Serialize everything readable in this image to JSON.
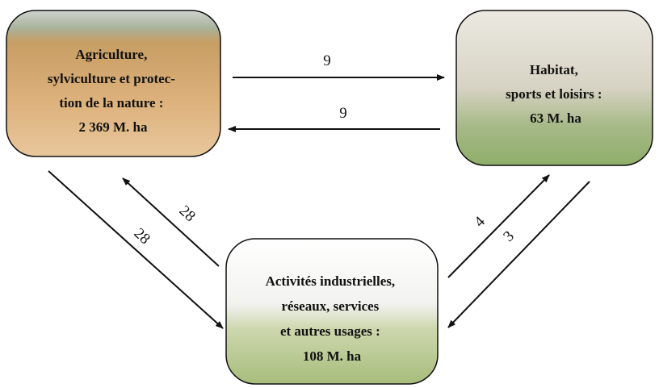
{
  "nodes": {
    "agriculture": {
      "lines": [
        "Agriculture,",
        "sylviculture et protec-",
        "tion de la nature :",
        "2 369 M. ha"
      ]
    },
    "habitat": {
      "lines": [
        "Habitat,",
        "sports et loisirs :",
        "63 M. ha"
      ]
    },
    "industrie": {
      "lines": [
        "Activités industrielles,",
        "réseaux, services",
        "et autres usages :",
        "108 M. ha"
      ]
    }
  },
  "flows": {
    "agriculture_to_habitat": "9",
    "habitat_to_agriculture": "9",
    "agriculture_to_industrie": "28",
    "industrie_to_agriculture": "28",
    "industrie_to_habitat": "4",
    "habitat_to_industrie": "3"
  },
  "colors": {
    "agriculture_fill": "#d9a873",
    "habitat_fill": "#c3c6a2",
    "industrie_fill": "#c9d4a6",
    "arrow": "#111111"
  }
}
